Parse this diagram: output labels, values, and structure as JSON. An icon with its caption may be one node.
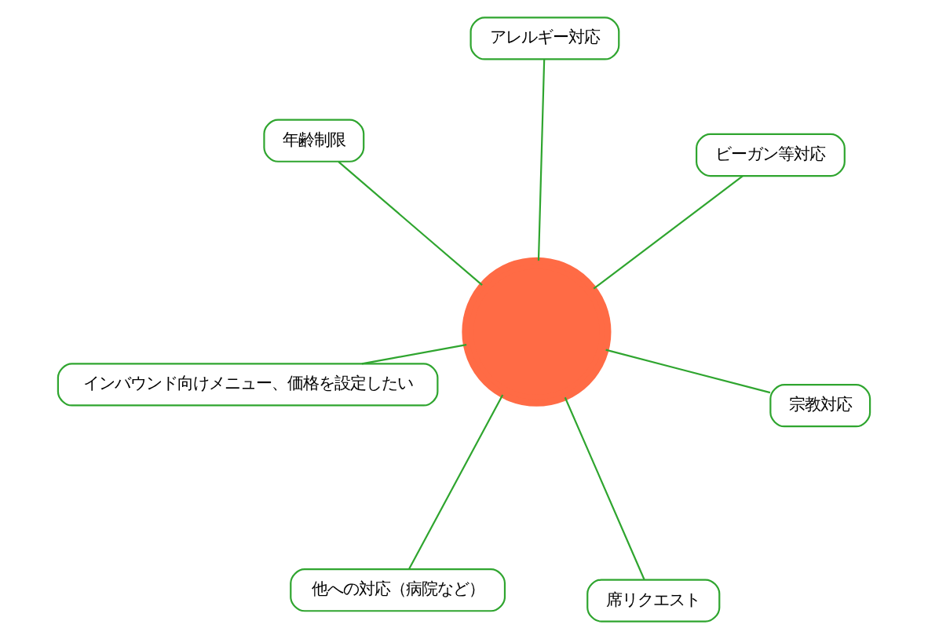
{
  "diagram": {
    "nodes": [
      {
        "text": [
          "インバウンド向けメニュー、価格を設定したい"
        ]
      },
      {
        "text": [
          "宗教対応"
        ]
      },
      {
        "text": [
          "席リクエスト"
        ]
      },
      {
        "text": [
          "アレルギー対応"
        ]
      },
      {
        "text": [
          "ビーガン等対応"
        ]
      },
      {
        "text": [
          "年齢制限"
        ]
      },
      {
        "text": [
          "他への対応（病院など）"
        ]
      },
      {
        "text": [],
        "shape": "gear"
      }
    ],
    "edges": [
      {
        "from": 0,
        "to": 7,
        "arrow": "none"
      },
      {
        "from": 1,
        "to": 7,
        "arrow": "none"
      },
      {
        "from": 2,
        "to": 7,
        "arrow": "none"
      },
      {
        "from": 3,
        "to": 7,
        "arrow": "none"
      },
      {
        "from": 4,
        "to": 7,
        "arrow": "none"
      },
      {
        "from": 5,
        "to": 7,
        "arrow": "none"
      },
      {
        "from": 6,
        "to": 7,
        "arrow": "none"
      }
    ]
  }
}
